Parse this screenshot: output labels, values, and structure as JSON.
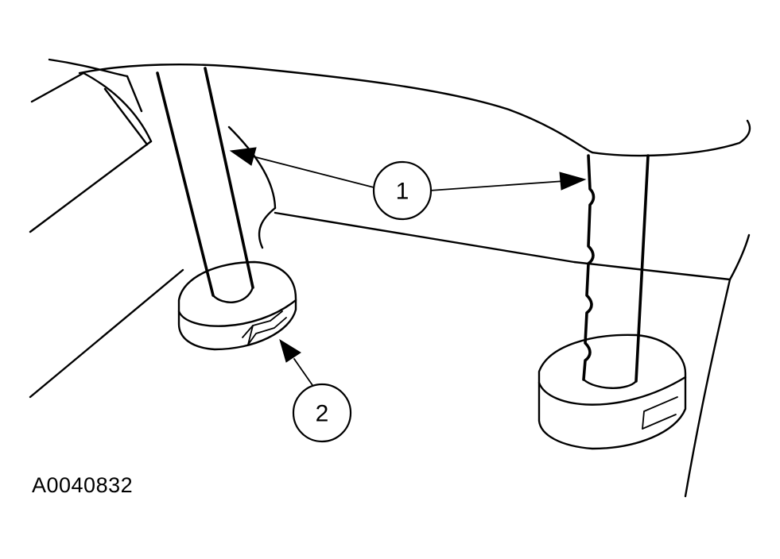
{
  "figure": {
    "id_label": "A0040832",
    "callouts": [
      {
        "number": "1"
      },
      {
        "number": "2"
      }
    ]
  },
  "colors": {
    "line": "#000000",
    "background": "#ffffff"
  }
}
